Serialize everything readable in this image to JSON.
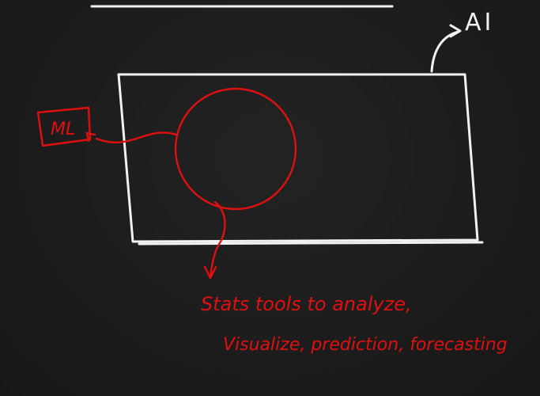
{
  "labels": {
    "ai": "AI",
    "ml": "ML",
    "stats_line_1": "Stats tools to analyze,",
    "stats_line_2": "Visualize, prediction, forecasting"
  },
  "colors": {
    "background": "#1b1b1b",
    "chalk_white": "#f2f2f2",
    "marker_red": "#e01010"
  }
}
